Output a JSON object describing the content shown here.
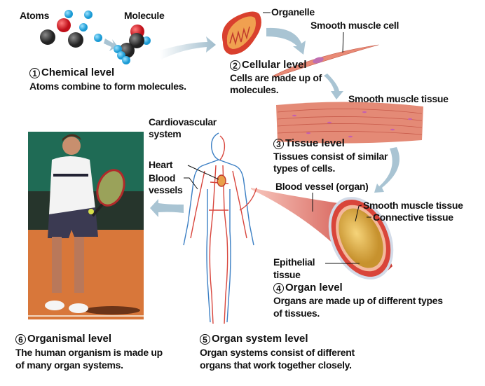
{
  "chemical": {
    "atoms_label": "Atoms",
    "molecule_label": "Molecule",
    "number": "1",
    "title": "Chemical level",
    "description": "Atoms combine to form molecules."
  },
  "cellular": {
    "organelle_label": "Organelle",
    "cell_label": "Smooth muscle cell",
    "number": "2",
    "title": "Cellular level",
    "description_lines": [
      "Cells are made up of",
      "molecules."
    ]
  },
  "tissue": {
    "tissue_label": "Smooth muscle tissue",
    "number": "3",
    "title": "Tissue level",
    "description_lines": [
      "Tissues consist of similar",
      "types of cells."
    ]
  },
  "organ": {
    "organ_label": "Blood vessel (organ)",
    "smooth_muscle_label": "Smooth muscle tissue",
    "connective_label": "Connective tissue",
    "epithelial_lines": [
      "Epithelial",
      "tissue"
    ],
    "number": "4",
    "title": "Organ level",
    "description_lines": [
      "Organs are made up of different types",
      "of tissues."
    ]
  },
  "organ_system": {
    "system_lines": [
      "Cardiovascular",
      "system"
    ],
    "heart_label": "Heart",
    "vessels_lines": [
      "Blood",
      "vessels"
    ],
    "number": "5",
    "title": "Organ system level",
    "description_lines": [
      "Organ systems consist of different",
      "organs that work together closely."
    ]
  },
  "organismal": {
    "number": "6",
    "title": "Organismal level",
    "description_lines": [
      "The human organism is made up",
      "of many organ systems."
    ]
  },
  "colors": {
    "arrow": "#a9c4d3",
    "atom_red": "#d81b23",
    "atom_black": "#3a3a3a",
    "atom_blue": "#2aa9dc",
    "muscle": "#e3826b",
    "vessel_red": "#d8453c",
    "vein_blue": "#3b7fc4",
    "court": "#d8773a",
    "wall": "#1f6b55"
  }
}
